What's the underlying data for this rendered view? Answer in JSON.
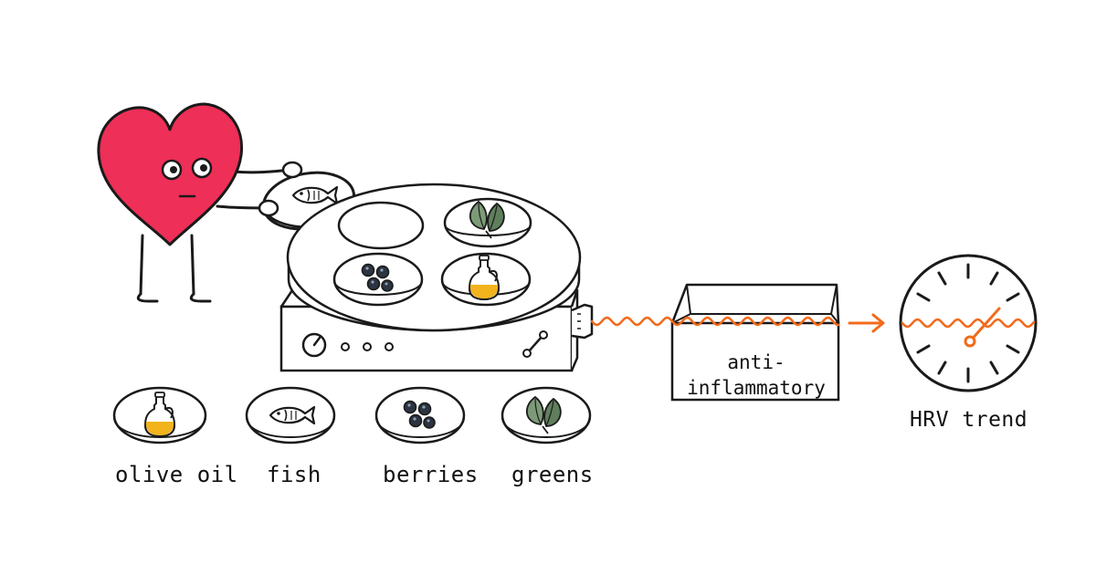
{
  "labels": {
    "olive_oil": "olive oil",
    "fish": "fish",
    "berries": "berries",
    "greens": "greens",
    "box_line1": "anti-",
    "box_line2": "inflammatory",
    "hrv": "HRV trend"
  },
  "colors": {
    "ink": "#1a1a1a",
    "heart": "#ee2f57",
    "wave": "#f26a1b",
    "oil": "#f2b31c",
    "leaf": "#6f8f6a"
  },
  "icons": [
    "heart-character",
    "fish-icon",
    "berries-icon",
    "olive-oil-bottle-icon",
    "leaf-icon",
    "gauge-dial-icon",
    "arrow-right-icon"
  ]
}
